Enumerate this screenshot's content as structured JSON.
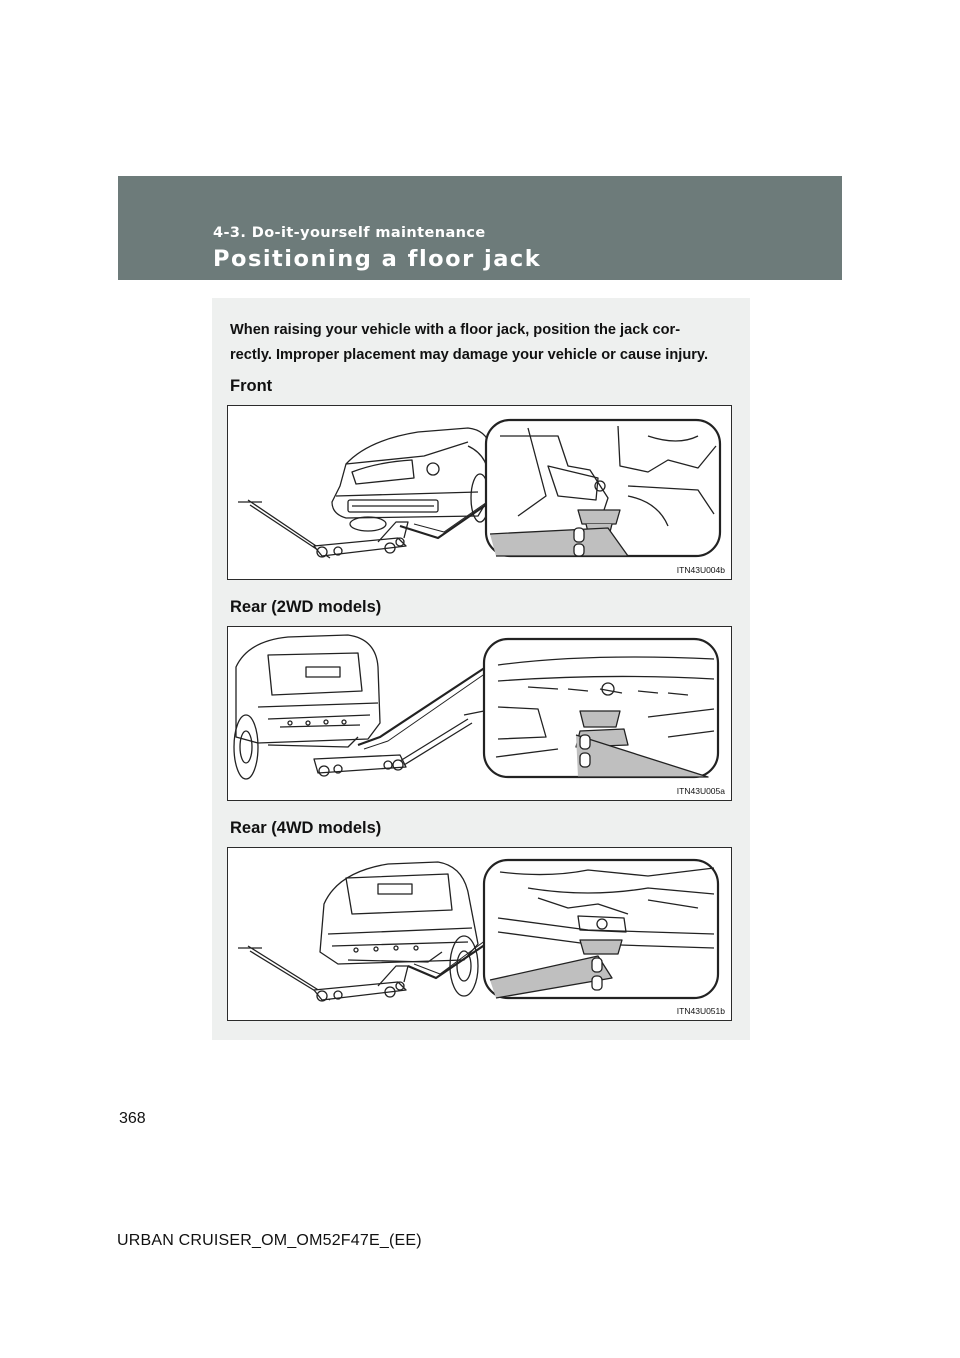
{
  "header": {
    "section": "4-3. Do-it-yourself maintenance",
    "title": "Positioning a floor jack"
  },
  "intro_text": "When raising your vehicle with a floor jack, position the jack correctly. Improper placement may damage your vehicle or cause injury.",
  "intro_lines": [
    "When raising your vehicle with a floor jack, position the jack cor-",
    "rectly. Improper placement may damage your vehicle or cause injury."
  ],
  "sections": [
    {
      "heading": "Front",
      "figure_code": "ITN43U004b"
    },
    {
      "heading": "Rear (2WD models)",
      "figure_code": "ITN43U005a"
    },
    {
      "heading": "Rear (4WD models)",
      "figure_code": "ITN43U051b"
    }
  ],
  "footer": {
    "page_number": "368",
    "document_id": "URBAN CRUISER_OM_OM52F47E_(EE)"
  },
  "colors": {
    "header_band": "#6d7b7a",
    "panel": "#eef0ef",
    "figure_border": "#2b2b2b",
    "jack_pad": "#bfbfbf"
  }
}
